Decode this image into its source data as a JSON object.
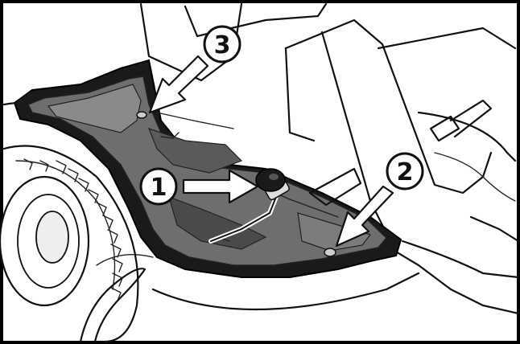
{
  "figure": {
    "callouts": [
      {
        "label": "1",
        "points_to": "pedal-rod-knob"
      },
      {
        "label": "2",
        "points_to": "screw-hole-right"
      },
      {
        "label": "3",
        "points_to": "screw-hole-left"
      }
    ],
    "colors": {
      "frame": "#000000",
      "deck_fill": "#6e6e6e",
      "deck_dark": "#4a4a4a",
      "deck_light": "#9a9a9a",
      "line": "#111111",
      "background": "#ffffff"
    }
  }
}
